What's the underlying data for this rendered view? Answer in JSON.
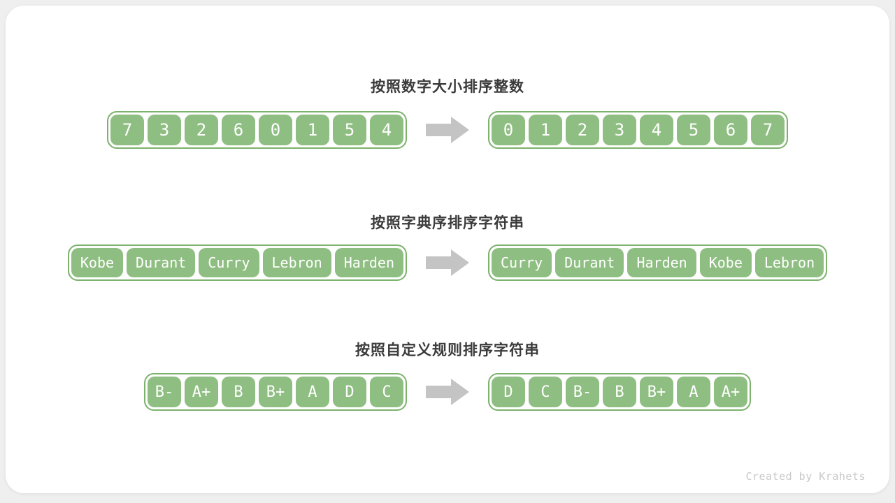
{
  "colors": {
    "page_bg": "#efefef",
    "card_bg": "#ffffff",
    "title_text": "#3b3b3b",
    "cell_fill": "#8fbe82",
    "cell_text": "#ffffff",
    "container_border": "#7cb26c",
    "arrow": "#c4c4c4",
    "footer_text": "#c8c8c8"
  },
  "sections": [
    {
      "title": "按照数字大小排序整数",
      "before": [
        "7",
        "3",
        "2",
        "6",
        "0",
        "1",
        "5",
        "4"
      ],
      "after": [
        "0",
        "1",
        "2",
        "3",
        "4",
        "5",
        "6",
        "7"
      ]
    },
    {
      "title": "按照字典序排序字符串",
      "before": [
        "Kobe",
        "Durant",
        "Curry",
        "Lebron",
        "Harden"
      ],
      "after": [
        "Curry",
        "Durant",
        "Harden",
        "Kobe",
        "Lebron"
      ]
    },
    {
      "title": "按照自定义规则排序字符串",
      "before": [
        "B-",
        "A+",
        "B",
        "B+",
        "A",
        "D",
        "C"
      ],
      "after": [
        "D",
        "C",
        "B-",
        "B",
        "B+",
        "A",
        "A+"
      ]
    }
  ],
  "footer": {
    "credit": "Created by Krahets"
  }
}
